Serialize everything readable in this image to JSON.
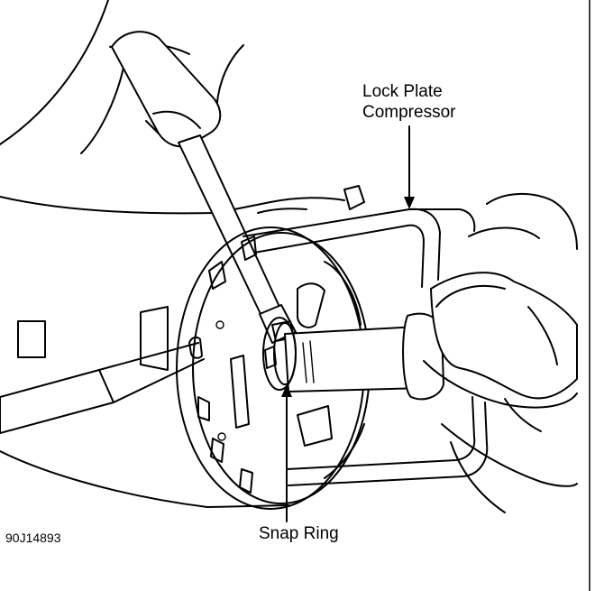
{
  "labels": {
    "lock_plate_compressor_line1": "Lock Plate",
    "lock_plate_compressor_line2": "Compressor",
    "snap_ring": "Snap Ring",
    "figure_id": "90J14893"
  },
  "colors": {
    "ink": "#000000",
    "paper": "#ffffff"
  }
}
